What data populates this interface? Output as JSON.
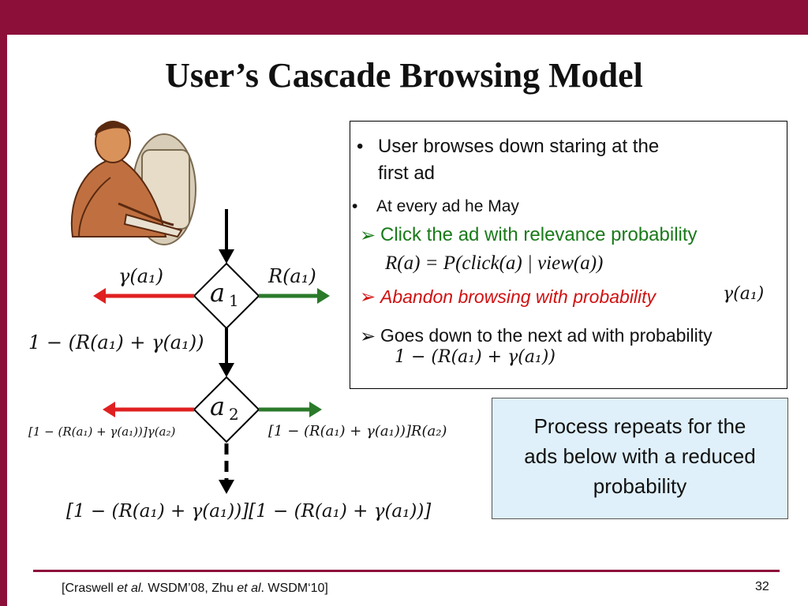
{
  "slide": {
    "title": "User’s Cascade Browsing Model",
    "page_number": "32"
  },
  "colors": {
    "frame": "#8c0f3a",
    "abandon_arrow": "#e02020",
    "click_arrow": "#2a7a2a",
    "note_fill": "#dff0fa",
    "click_text": "#1a7a1a",
    "abandon_text": "#d01010"
  },
  "diagram": {
    "user_icon": "user-at-computer-icon",
    "node1": {
      "symbol": "a",
      "index": "1"
    },
    "node2": {
      "symbol": "a",
      "index": "2"
    },
    "node1_left_label": "γ(a₁)",
    "node1_right_label": "R(a₁)",
    "node1_down_label": "1 − (R(a₁) + γ(a₁))",
    "node2_left_label": "[1 − (R(a₁) + γ(a₁))]γ(a₂)",
    "node2_right_label": "[1 − (R(a₁) + γ(a₁))]R(a₂)",
    "bottom_label": "[1 − (R(a₁) + γ(a₁))][1 − (R(a₁) + γ(a₁))]"
  },
  "info_box": {
    "bullet1_line1": "User browses down staring at the",
    "bullet1_line2": "first ad",
    "bullet2": "At every ad he May",
    "click_text": "Click the ad with relevance probability",
    "click_formula": "R(a) = P(click(a) | view(a))",
    "abandon_text": "Abandon browsing with probability",
    "abandon_formula": "γ(a₁)",
    "goes_down_text": "Goes down to the next ad with probability",
    "goes_down_formula": "1 − (R(a₁) + γ(a₁))"
  },
  "repeat_note": {
    "line1": "Process repeats for the",
    "line2": "ads below with a reduced",
    "line3": "probability"
  },
  "citation": {
    "part1": "[Craswell ",
    "etal1": "et al.",
    "part2": " WSDM’08,  Zhu ",
    "etal2": "et al",
    "part3": ".  WSDM‘10]"
  }
}
